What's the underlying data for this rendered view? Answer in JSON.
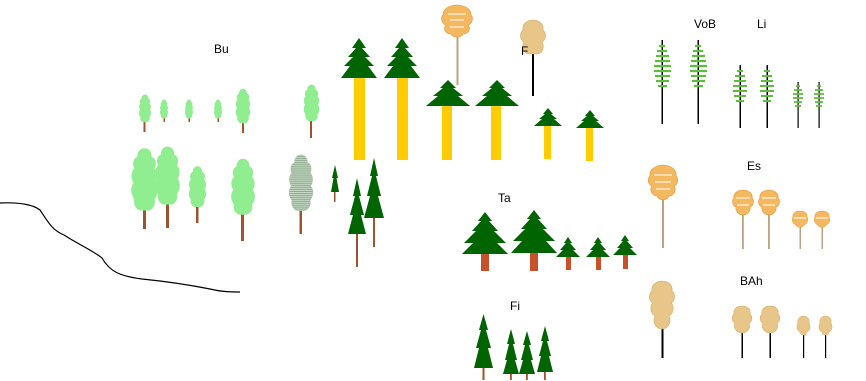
{
  "labels": {
    "bu": "Bu",
    "voB": "VoB",
    "li": "Li",
    "es": "Es",
    "ta": "Ta",
    "fi": "Fi",
    "bah": "BAh",
    "partial": "F"
  },
  "colors": {
    "light_green_crown": "#90EE90",
    "trunk_brown": "#A0522D",
    "dark_green": "#006400",
    "yellow_trunk": "#FFCC00",
    "orange_crown": "#F4B860",
    "tan_crown": "#E8C68A",
    "hatched_crown": "#8FBC8F",
    "ash_trunk": "#C0A080"
  },
  "icons": [
    "deciduous-tree-icon",
    "conifer-tree-icon",
    "larch-tree-icon",
    "ash-tree-icon",
    "terrain-line"
  ]
}
